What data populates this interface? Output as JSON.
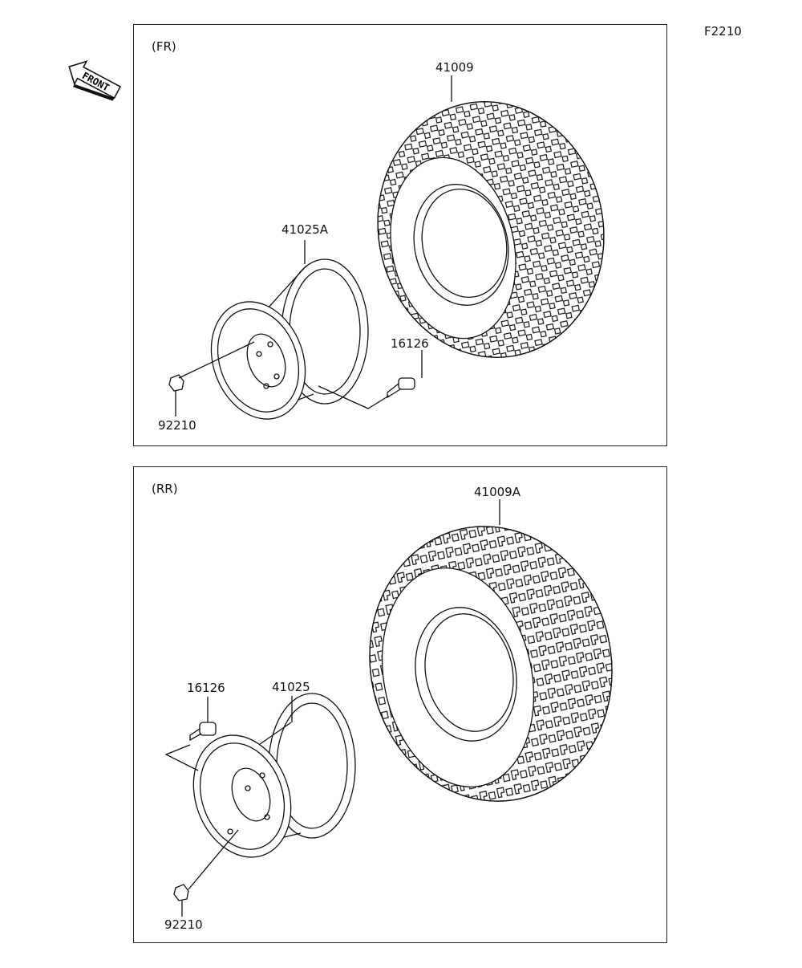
{
  "page_code": "F2210",
  "front_arrow": {
    "label": "FRONT",
    "icon": "front-arrow-icon"
  },
  "panels": {
    "front": {
      "label": "(FR)",
      "parts": {
        "tire": "41009",
        "wheel": "41025A",
        "valve": "16126",
        "nut": "92210"
      }
    },
    "rear": {
      "label": "(RR)",
      "parts": {
        "tire": "41009A",
        "wheel": "41025",
        "valve": "16126",
        "nut": "92210"
      }
    }
  },
  "colors": {
    "line": "#1a1a1a",
    "background": "#ffffff"
  }
}
